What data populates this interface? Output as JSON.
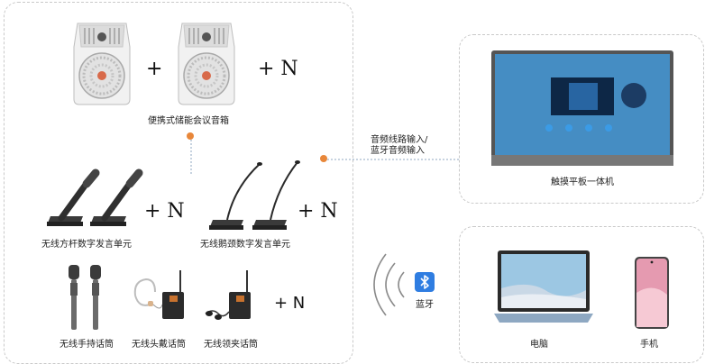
{
  "accent_color": "#e8873a",
  "bluetooth_color": "#2f7de1",
  "speaker": {
    "label": "便携式储能会议音箱",
    "plus_n": "+ N"
  },
  "gooseneck_square": {
    "label": "无线方杆数字发言单元",
    "plus_n": "+ N"
  },
  "gooseneck_flex": {
    "label": "无线鹅颈数字发言单元",
    "plus_n": "+ N"
  },
  "wireless_mics": {
    "handheld_label": "无线手持话筒",
    "headset_label": "无线头戴话筒",
    "lavalier_label": "无线领夹话筒",
    "plus_n": "+ N"
  },
  "connection": {
    "line1": "音频线路输入/",
    "line2": "蓝牙音频输入"
  },
  "touch_panel": {
    "label": "触摸平板一体机"
  },
  "bluetooth": {
    "label": "蓝牙"
  },
  "laptop": {
    "label": "电脑"
  },
  "phone": {
    "label": "手机"
  }
}
